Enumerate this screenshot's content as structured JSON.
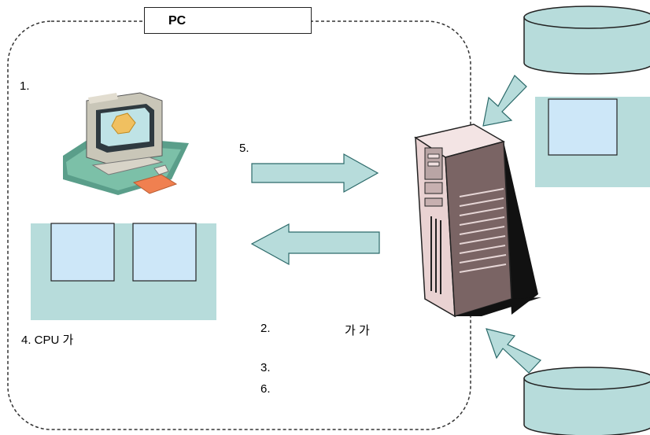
{
  "header": {
    "title": "PC"
  },
  "labels": {
    "step1": "1.",
    "step5": "5.",
    "step4": "4. CPU 가",
    "step2_num": "2.",
    "step2_text": "가 가",
    "step3": "3.",
    "step6": "6."
  },
  "colors": {
    "panel": "#b7dcdb",
    "panel_stroke": "#9cc4c3",
    "screen": "#cde7f8",
    "outline": "#222222",
    "boundary": "#333333"
  },
  "icons": {
    "computer": "desktop-computer-icon",
    "server": "server-tower-icon",
    "database": "database-cylinder-icon"
  }
}
